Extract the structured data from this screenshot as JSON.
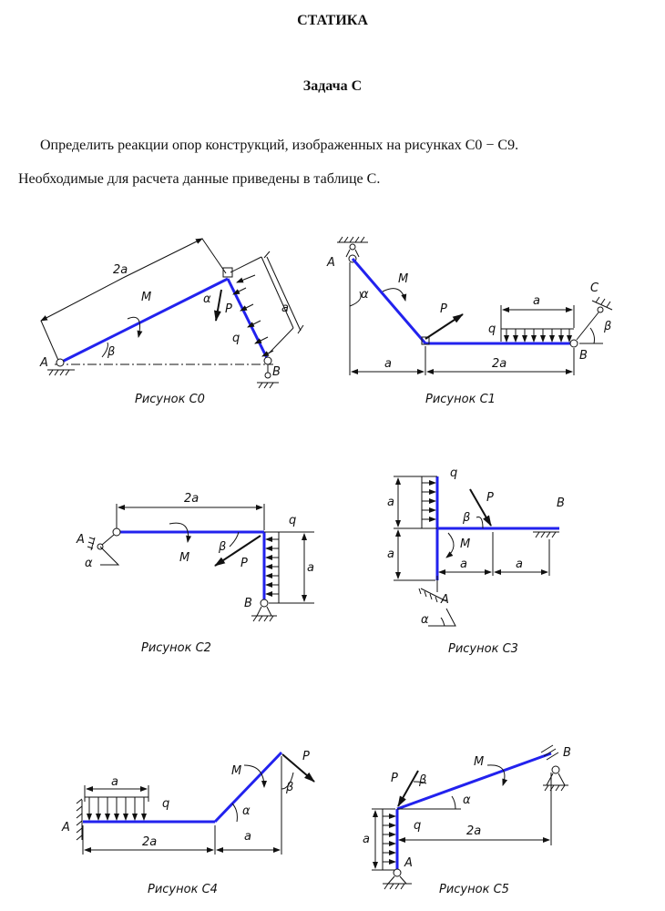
{
  "heading": "СТАТИКА",
  "task": "Задача С",
  "text": {
    "line1": "Определить реакции опор конструкций, изображенных на рисунках С0 − С9.",
    "line2": "Необходимые для расчета данные приведены в таблице С."
  },
  "figures": {
    "c0": {
      "caption": "Рисунок С0",
      "labels": {
        "two_a": "2a",
        "a": "a",
        "M": "M",
        "alpha": "α",
        "P": "P",
        "q": "q",
        "beta": "β",
        "A": "A",
        "B": "B"
      }
    },
    "c1": {
      "caption": "Рисунок С1",
      "labels": {
        "A": "A",
        "M": "M",
        "alpha": "α",
        "P": "P",
        "q": "q",
        "a_top": "a",
        "C": "C",
        "beta": "β",
        "B": "B",
        "a_bottom": "a",
        "two_a": "2a"
      }
    },
    "c2": {
      "caption": "Рисунок С2",
      "labels": {
        "two_a": "2a",
        "A": "A",
        "alpha": "α",
        "M": "M",
        "beta": "β",
        "P": "P",
        "q": "q",
        "a": "a",
        "B": "B"
      }
    },
    "c3": {
      "caption": "Рисунок С3",
      "labels": {
        "a_top": "a",
        "q": "q",
        "P": "P",
        "B": "B",
        "beta": "β",
        "a_left": "a",
        "M": "M",
        "a1": "a",
        "a2": "a",
        "A": "A",
        "alpha": "α"
      }
    },
    "c4": {
      "caption": "Рисунок С4",
      "labels": {
        "a_top": "a",
        "q": "q",
        "A": "A",
        "two_a": "2a",
        "M": "M",
        "P": "P",
        "alpha": "α",
        "beta": "β",
        "a": "a"
      }
    },
    "c5": {
      "caption": "Рисунок С5",
      "labels": {
        "M": "M",
        "B": "B",
        "P": "P",
        "beta": "β",
        "alpha": "α",
        "q": "q",
        "a": "a",
        "two_a": "2a",
        "A": "A"
      }
    }
  }
}
